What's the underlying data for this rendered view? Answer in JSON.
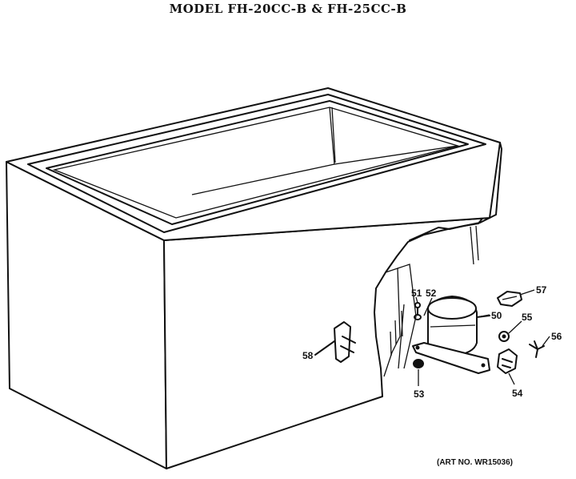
{
  "title": "MODEL FH-20CC-B & FH-25CC-B",
  "art_number": "(ART NO. WR15036)",
  "callouts": {
    "c50": "50",
    "c51": "51",
    "c52": "52",
    "c53": "53",
    "c54": "54",
    "c55": "55",
    "c56": "56",
    "c57": "57",
    "c58": "58"
  }
}
